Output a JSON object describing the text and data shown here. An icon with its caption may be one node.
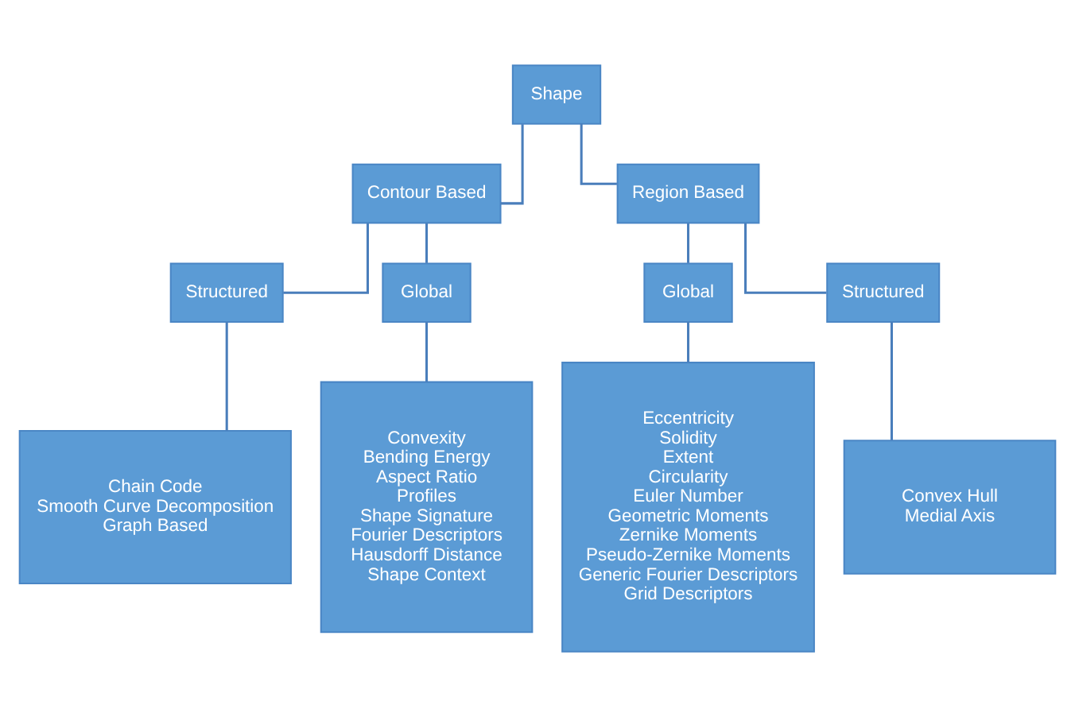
{
  "diagram": {
    "nodes": [
      {
        "text": [
          "Shape"
        ]
      },
      {
        "text": [
          "Contour Based"
        ]
      },
      {
        "text": [
          "Region Based"
        ]
      },
      {
        "text": [
          "Structured"
        ]
      },
      {
        "text": [
          "Global"
        ]
      },
      {
        "text": [
          "Global"
        ]
      },
      {
        "text": [
          "Structured"
        ]
      },
      {
        "text": [
          "Chain Code",
          "Smooth Curve Decomposition",
          "Graph Based"
        ]
      },
      {
        "text": [
          "Convexity",
          "Bending Energy",
          "Aspect Ratio",
          "Profiles",
          "Shape Signature",
          "Fourier Descriptors",
          "Hausdorff Distance",
          "Shape Context"
        ]
      },
      {
        "text": [
          "Eccentricity",
          "Solidity",
          "Extent",
          "Circularity",
          "Euler Number",
          "Geometric Moments",
          "Zernike Moments",
          "Pseudo-Zernike Moments",
          "Generic Fourier Descriptors",
          "Grid Descriptors"
        ]
      },
      {
        "text": [
          "Convex Hull",
          "Medial Axis"
        ]
      }
    ],
    "edges": [
      {
        "from": 0,
        "to": 1,
        "arrow": "none"
      },
      {
        "from": 0,
        "to": 2,
        "arrow": "none"
      },
      {
        "from": 1,
        "to": 3,
        "arrow": "none"
      },
      {
        "from": 1,
        "to": 4,
        "arrow": "none"
      },
      {
        "from": 2,
        "to": 5,
        "arrow": "none"
      },
      {
        "from": 2,
        "to": 6,
        "arrow": "none"
      },
      {
        "from": 3,
        "to": 7,
        "arrow": "none"
      },
      {
        "from": 4,
        "to": 8,
        "arrow": "none"
      },
      {
        "from": 5,
        "to": 9,
        "arrow": "none"
      },
      {
        "from": 6,
        "to": 10,
        "arrow": "none"
      }
    ]
  }
}
